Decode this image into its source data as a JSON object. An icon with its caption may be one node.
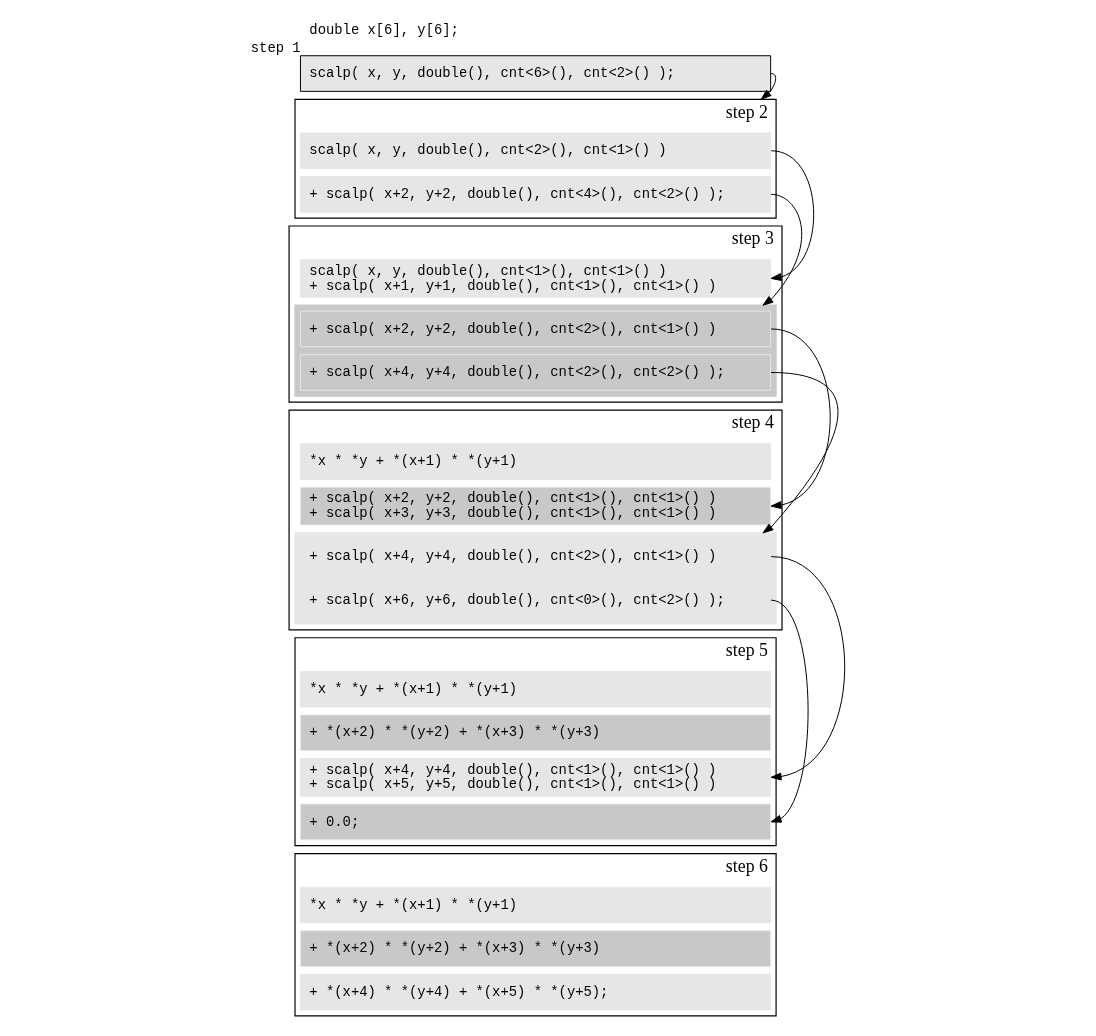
{
  "diagram": {
    "nodes": [
      {
        "text": [
          "scalp( x, y, double(), cnt<6>(), cnt<2>() );"
        ],
        "beside": [
          "step 1"
        ]
      },
      {
        "text": [],
        "shape": "box",
        "beside": [
          "step 2"
        ]
      },
      {
        "text": [
          "scalp( x, y, double(), cnt<2>(), cnt<1>() )"
        ],
        "in": 1
      },
      {
        "text": [
          "+ scalp( x+2, y+2, double(), cnt<4>(), cnt<2>() );"
        ],
        "in": 1
      },
      {
        "text": [],
        "shape": "box",
        "beside": [
          "step 3"
        ]
      },
      {
        "text": [
          "scalp( x, y, double(), cnt<1>(), cnt<1>() )",
          "+ scalp( x+1, y+1, double(), cnt<1>(), cnt<1>() )"
        ],
        "in": 4
      },
      {
        "text": [],
        "shape": "bar",
        "in": 4
      },
      {
        "text": [
          "+ scalp( x+2, y+2, double(), cnt<2>(), cnt<1>() )"
        ],
        "in": 6
      },
      {
        "text": [
          "+ scalp( x+4, y+4, double(), cnt<2>(), cnt<2>() );"
        ],
        "in": 6
      },
      {
        "text": [],
        "shape": "box",
        "beside": [
          "step 4"
        ]
      },
      {
        "text": [
          "*x * *y + *(x+1) * *(y+1)"
        ],
        "in": 9
      },
      {
        "text": [
          "+ scalp( x+2, y+2, double(), cnt<1>(), cnt<1>() )",
          "+ scalp( x+3, y+3, double(), cnt<1>(), cnt<1>() )"
        ],
        "in": 9
      },
      {
        "text": [],
        "shape": "bar",
        "in": 9
      },
      {
        "text": [
          "+ scalp( x+4, y+4, double(), cnt<2>(), cnt<1>() )"
        ],
        "in": 12
      },
      {
        "text": [
          "+ scalp( x+6, y+6, double(), cnt<0>(), cnt<2>() );"
        ],
        "in": 12
      },
      {
        "text": [],
        "shape": "box",
        "beside": [
          "step 5"
        ]
      },
      {
        "text": [
          "*x * *y + *(x+1) * *(y+1)"
        ],
        "in": 15
      },
      {
        "text": [
          "+ *(x+2) * *(y+2) + *(x+3) * *(y+3)"
        ],
        "in": 15
      },
      {
        "text": [
          "+ scalp( x+4, y+4, double(), cnt<1>(), cnt<1>() )",
          "+ scalp( x+5, y+5, double(), cnt<1>(), cnt<1>() )"
        ],
        "in": 15
      },
      {
        "text": [
          "+ 0.0;"
        ],
        "in": 15
      },
      {
        "text": [],
        "shape": "box",
        "beside": [
          "step 6"
        ]
      },
      {
        "text": [
          "*x * *y + *(x+1) * *(y+1)"
        ],
        "in": 20
      },
      {
        "text": [
          "+ *(x+2) * *(y+2) + *(x+3) * *(y+3)"
        ],
        "in": 20
      },
      {
        "text": [
          "+ *(x+4) * *(y+4) + *(x+5) * *(y+5);"
        ],
        "in": 20
      }
    ],
    "edges": [
      {
        "from": 0,
        "to": 1,
        "arrow": "to"
      },
      {
        "from": 2,
        "to": 5,
        "arrow": "to"
      },
      {
        "from": 3,
        "to": 6,
        "arrow": "to"
      },
      {
        "from": 7,
        "to": 11,
        "arrow": "to"
      },
      {
        "from": 8,
        "to": 12,
        "arrow": "to"
      },
      {
        "from": 13,
        "to": 18,
        "arrow": "to"
      },
      {
        "from": 14,
        "to": 19,
        "arrow": "to"
      }
    ],
    "labels": [
      "double x[6], y[6];"
    ]
  }
}
